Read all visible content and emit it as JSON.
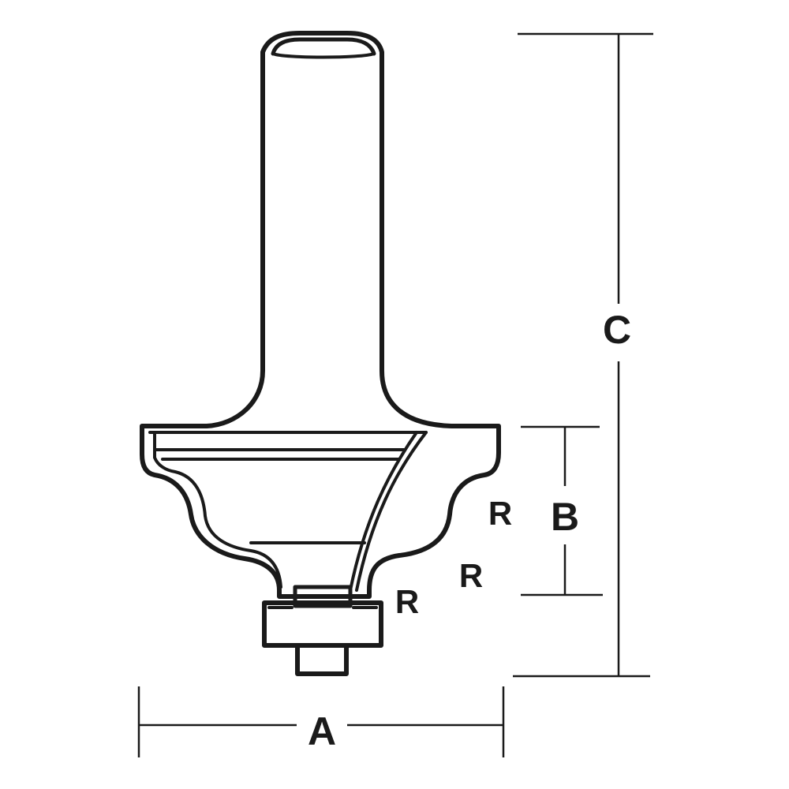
{
  "labels": {
    "width": "A",
    "profile_height": "B",
    "overall_length": "C",
    "radius_upper": "R",
    "radius_middle": "R",
    "radius_lower": "R"
  },
  "colors": {
    "line": "#1a1a1a",
    "background": "#ffffff"
  }
}
